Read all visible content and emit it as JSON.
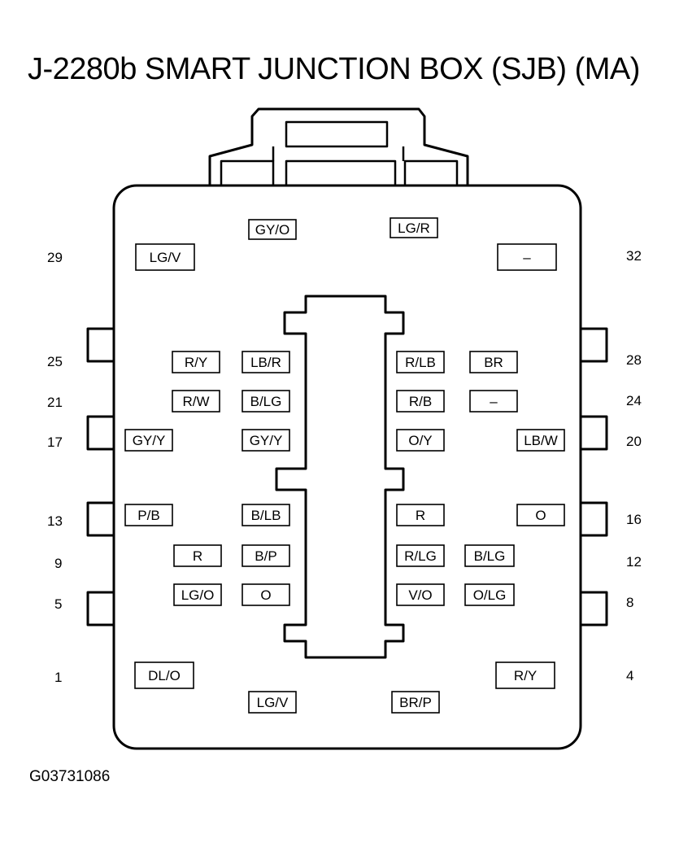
{
  "title": "J-2280b SMART JUNCTION BOX (SJB) (MA)",
  "figure_id": "G03731086",
  "pin_numbers": {
    "left": [
      "29",
      "25",
      "21",
      "17",
      "13",
      "9",
      "5",
      "1"
    ],
    "right": [
      "32",
      "28",
      "24",
      "20",
      "16",
      "12",
      "8",
      "4"
    ]
  },
  "wires": {
    "top_left": "GY/O",
    "top_right": "LG/R",
    "row29_left": "LG/V",
    "row32_right": "–",
    "row25_a": "R/Y",
    "row25_b": "LB/R",
    "row28_a": "R/LB",
    "row28_b": "BR",
    "row21_a": "R/W",
    "row21_b": "B/LG",
    "row24_a": "R/B",
    "row24_b": "–",
    "row17_a": "GY/Y",
    "row17_b": "GY/Y",
    "row20_a": "O/Y",
    "row20_b": "LB/W",
    "row13_a": "P/B",
    "row13_b": "B/LB",
    "row16_a": "R",
    "row16_b": "O",
    "row9_a": "R",
    "row9_b": "B/P",
    "row12_a": "R/LG",
    "row12_b": "B/LG",
    "row5_a": "LG/O",
    "row5_b": "O",
    "row8_a": "V/O",
    "row8_b": "O/LG",
    "row1_left": "DL/O",
    "row4_right": "R/Y",
    "bottom_left": "LG/V",
    "bottom_right": "BR/P"
  }
}
